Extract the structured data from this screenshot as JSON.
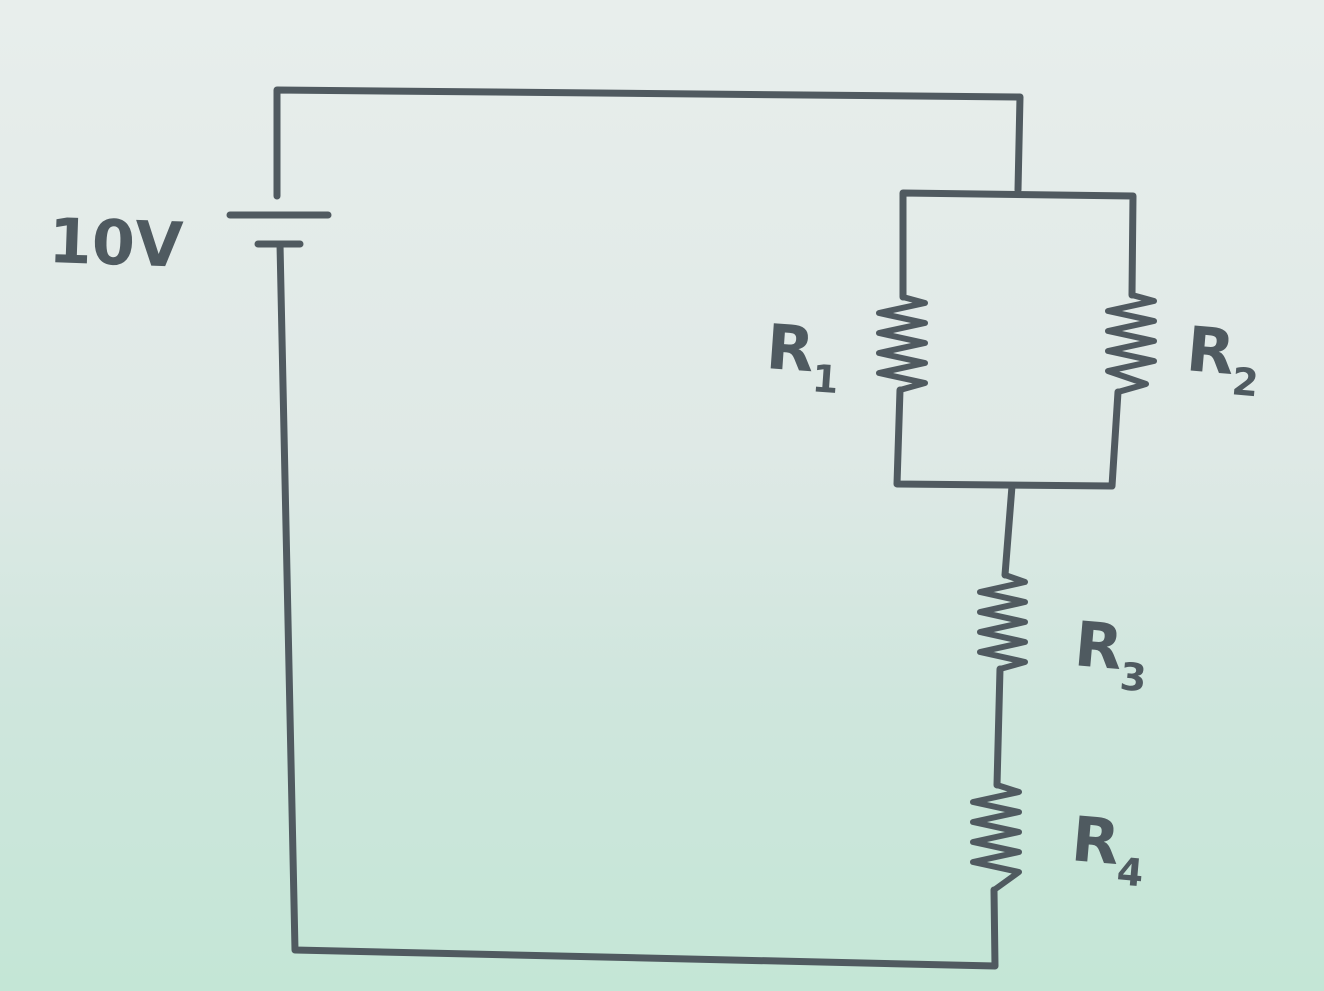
{
  "source": {
    "label": "10V"
  },
  "resistors": [
    {
      "id": "R1",
      "letter": "R",
      "subscript": "1"
    },
    {
      "id": "R2",
      "letter": "R",
      "subscript": "2"
    },
    {
      "id": "R3",
      "letter": "R",
      "subscript": "3"
    },
    {
      "id": "R4",
      "letter": "R",
      "subscript": "4"
    }
  ],
  "colors": {
    "ink": "#505a60",
    "background": "#e3ece9"
  }
}
